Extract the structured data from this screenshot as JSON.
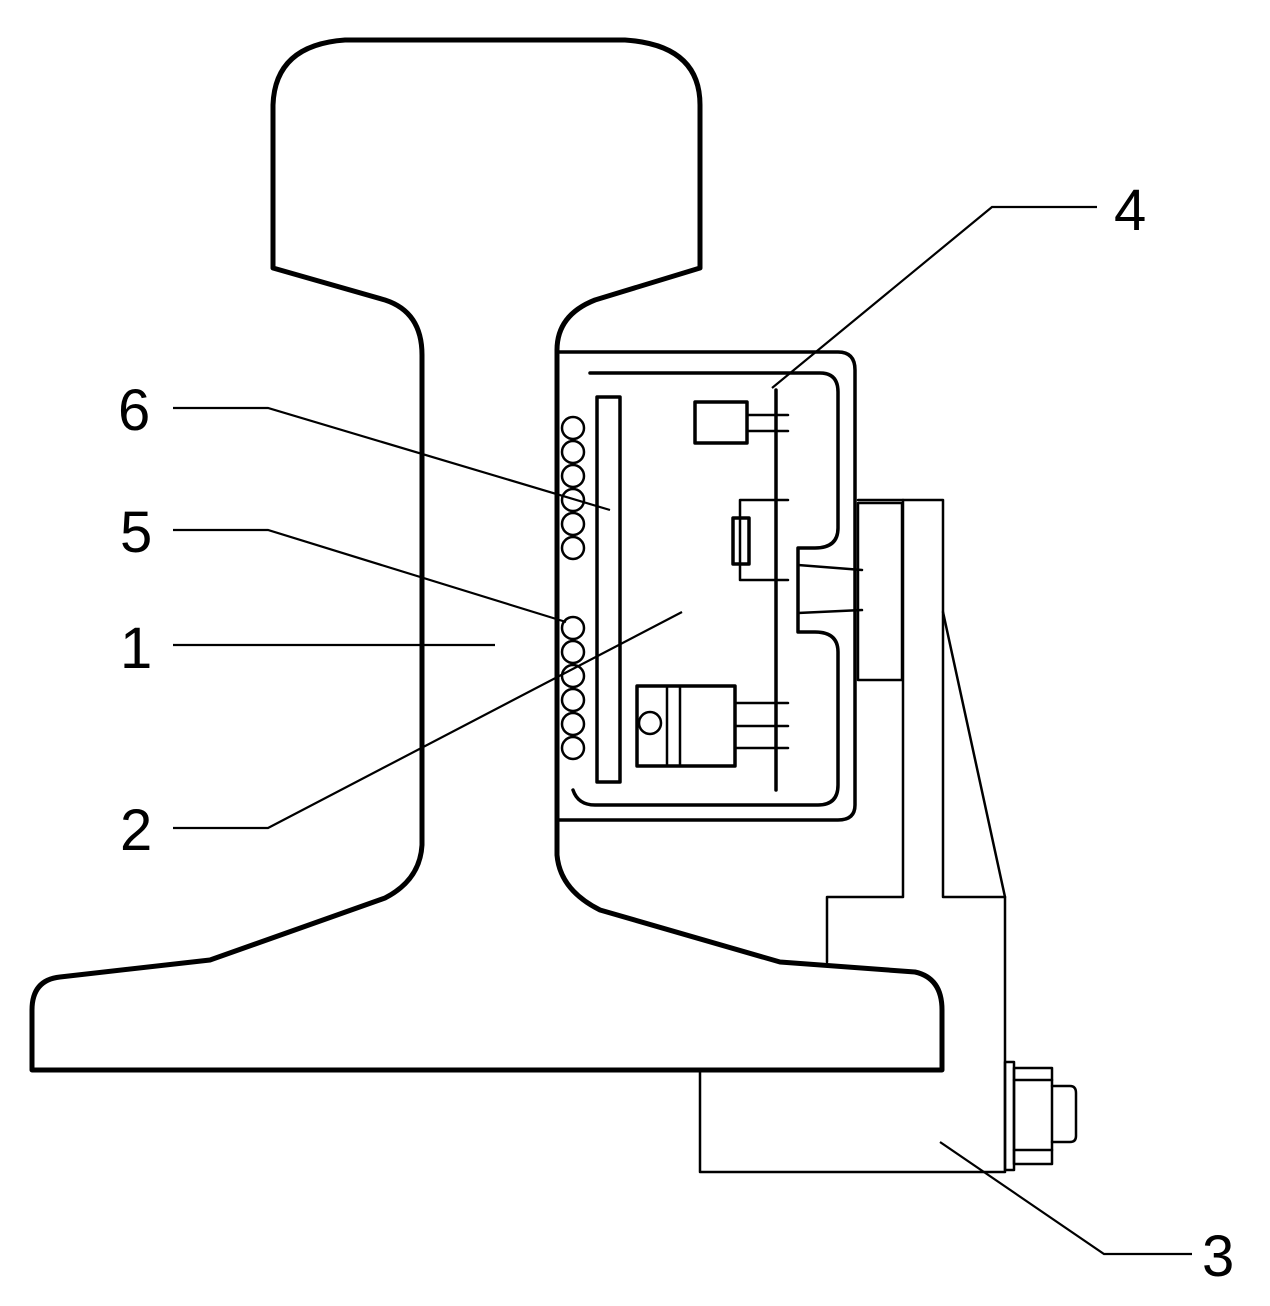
{
  "callouts": {
    "1": "1",
    "2": "2",
    "3": "3",
    "4": "4",
    "5": "5",
    "6": "6"
  },
  "colors": {
    "stroke": "#000000",
    "background": "#ffffff"
  }
}
